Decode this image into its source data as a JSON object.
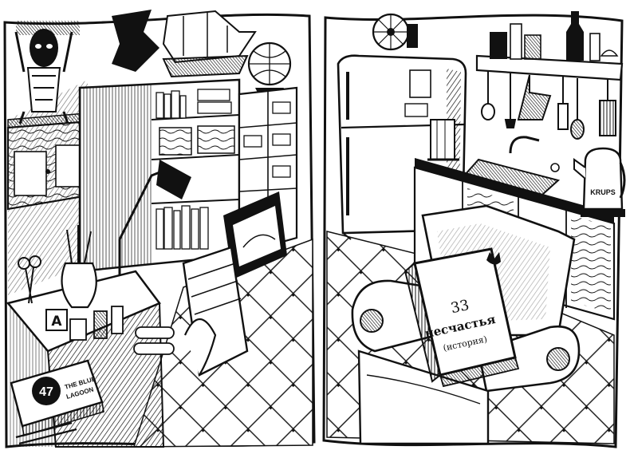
{
  "left_panel": {
    "book_cover": {
      "number": "47",
      "title_line1": "THE BLUE",
      "title_line2": "LAGOON"
    },
    "label_a": "A"
  },
  "right_panel": {
    "chair_book": {
      "number": "33",
      "title": "несчастья",
      "subtitle": "(история)"
    },
    "kettle_brand": "KRUPS"
  },
  "colors": {
    "ink": "#111111",
    "paper": "#ffffff"
  },
  "icons": [
    "totem-mask-icon",
    "ship-model-icon",
    "globe-icon",
    "desk-lamp-icon",
    "scissors-icon",
    "fan-icon",
    "refrigerator-icon",
    "kettle-icon",
    "armchair-icon",
    "sink-icon"
  ]
}
